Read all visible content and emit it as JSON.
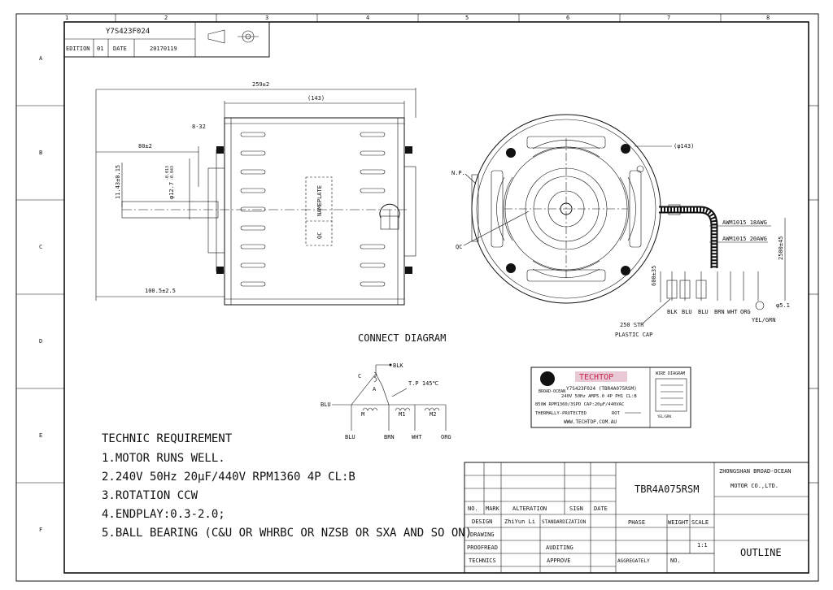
{
  "zones": {
    "cols": [
      "1",
      "2",
      "3",
      "4",
      "5",
      "6",
      "7",
      "8"
    ],
    "rows": [
      "A",
      "B",
      "C",
      "D",
      "E",
      "F"
    ]
  },
  "title_block_top": {
    "part_no": "Y7S423F024",
    "edition_label": "EDITION",
    "edition": "01",
    "date_label": "DATE",
    "date": "20170119"
  },
  "side_view": {
    "overall": "259±2",
    "body": "(143)",
    "shaft_len": "80±2",
    "screw": "8-32",
    "flat": "11.43±0.15",
    "shaft_dia": "φ12.7",
    "shaft_tol_upper": "-0.013",
    "shaft_tol_lower": "-0.043",
    "bottom": "100.5±2.5",
    "nameplate": "NAMEPLATE",
    "qc": "QC"
  },
  "front_view": {
    "dia": "(φ143)",
    "np": "N.P.",
    "qc": "QC",
    "awm1": "AWM1015  18AWG",
    "awm2": "AWM1015  20AWG",
    "lead_len": "2500±45",
    "lead_strip": "600±35",
    "hole": "φ5.1",
    "wires": [
      "BLK",
      "BLU",
      "BLU",
      "BRN",
      "WHT",
      "ORG"
    ],
    "yel_grn": "YEL/GRN",
    "str": "250 STR",
    "cap": "PLASTIC CAP"
  },
  "connect": {
    "title": "CONNECT DIAGRAM",
    "blk": "BLK",
    "c": "C",
    "a": "A",
    "tp": "T.P 145℃",
    "blu_in": "BLU",
    "m": "M",
    "m1": "M1",
    "m2": "M2",
    "bottom": [
      "BLU",
      "BRN",
      "WHT",
      "ORG"
    ]
  },
  "label": {
    "brand": "BROAD-OCEAN",
    "watermark": "TECHTOP",
    "line1": "Y7S423F024 (TBR4A075RSM)",
    "line2": "240V  50Hz  AMP5.0  4P  PH1  CL:B",
    "line3": "850W  RPM1360/3SPD  CAP:20μF/440VAC",
    "line4": "THERMALLY-PROTECTED",
    "rot": "ROT",
    "url": "WWW.TECHTOP.COM.AU",
    "wire_diagram": "WIRE DIAGRAM",
    "yel_grn": "YEL/GRN"
  },
  "tech": {
    "title": "TECHNIC REQUIREMENT",
    "items": [
      "1.MOTOR RUNS WELL.",
      "2.240V  50Hz  20μF/440V  RPM1360  4P  CL:B",
      "3.ROTATION  CCW",
      "4.ENDPLAY:0.3-2.0;",
      "5.BALL BEARING (C&U OR WHRBC OR NZSB OR SXA AND SO ON)"
    ]
  },
  "title_block": {
    "model": "TBR4A075RSM",
    "company1": "ZHONGSHAN BROAD-OCEAN",
    "company2": "MOTOR CO.,LTD.",
    "no": "NO.",
    "mark": "MARK",
    "alteration": "ALTERATION",
    "sign": "SIGN",
    "date": "DATE",
    "design": "DESIGN",
    "designer": "ZhiYun Li",
    "standardization": "STANDARDIZATION",
    "drawing": "DRAWING",
    "proofread": "PROOFREAD",
    "auditing": "AUDITING",
    "technics": "TECHNICS",
    "approve": "APPROVE",
    "phase": "PHASE",
    "weight": "WEIGHT",
    "scale": "SCALE",
    "scale_val": "1:1",
    "outline": "OUTLINE",
    "aggregately": "AGGREGATELY",
    "no2": "NO."
  }
}
